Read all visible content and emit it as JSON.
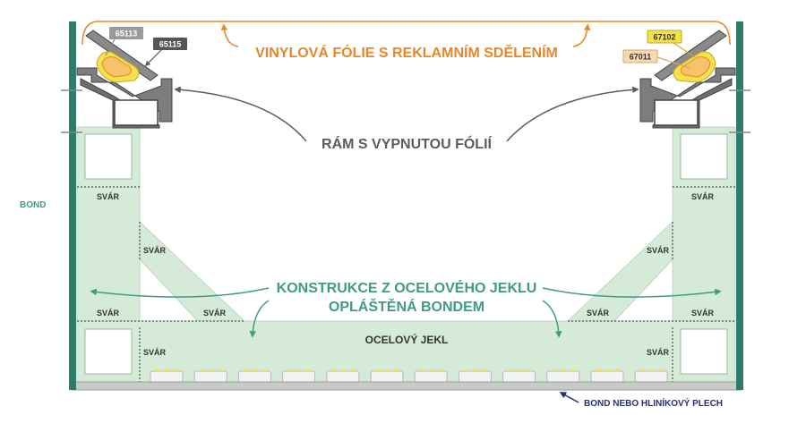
{
  "labels": {
    "vinyl": "VINYLOVÁ FÓLIE S REKLAMNÍM SDĚLENÍM",
    "frame": "RÁM S VYPNUTOU FÓLIÍ",
    "construction_line1": "KONSTRUKCE Z OCELOVÉHO JEKLU",
    "construction_line2": "OPLÁŠTĚNÁ BONDEM",
    "steel": "OCELOVÝ JEKL",
    "bond": "BOND",
    "bond_sheet": "BOND NEBO HLINÍKOVÝ PLECH",
    "weld": "SVÁR"
  },
  "profiles": {
    "p65113": "65113",
    "p65115": "65115",
    "p67102": "67102",
    "p67011": "67011"
  },
  "colors": {
    "orange": "#e8862a",
    "gray": "#5c5c5c",
    "green_text": "#3f9a86",
    "green_fill": "#d6ead8",
    "green_dark": "#2e7d6b",
    "navy": "#2b2d7a",
    "yellow": "#f3e24a"
  }
}
